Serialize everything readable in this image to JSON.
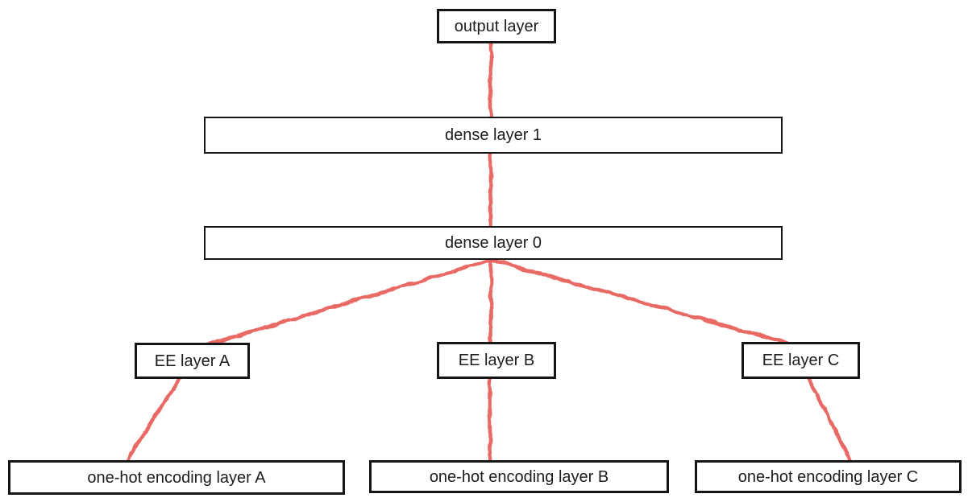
{
  "diagram": {
    "nodes": {
      "output": {
        "label": "output layer"
      },
      "dense1": {
        "label": "dense layer 1"
      },
      "dense0": {
        "label": "dense layer 0"
      },
      "eeA": {
        "label": "EE layer A"
      },
      "eeB": {
        "label": "EE layer B"
      },
      "eeC": {
        "label": "EE layer C"
      },
      "onehotA": {
        "label": "one-hot encoding layer A"
      },
      "onehotB": {
        "label": "one-hot encoding layer B"
      },
      "onehotC": {
        "label": "one-hot encoding layer C"
      }
    },
    "edges": [
      {
        "from": "output layer",
        "to": "dense layer 1"
      },
      {
        "from": "dense layer 1",
        "to": "dense layer 0"
      },
      {
        "from": "dense layer 0",
        "to": "EE layer A"
      },
      {
        "from": "dense layer 0",
        "to": "EE layer B"
      },
      {
        "from": "dense layer 0",
        "to": "EE layer C"
      },
      {
        "from": "EE layer A",
        "to": "one-hot encoding layer A"
      },
      {
        "from": "EE layer B",
        "to": "one-hot encoding layer B"
      },
      {
        "from": "EE layer C",
        "to": "one-hot encoding layer C"
      }
    ],
    "edge_style": "hand-drawn crayon, no arrowheads",
    "colors": {
      "edge": "#e8645e",
      "box_border": "#161616",
      "box_fill": "#ffffff",
      "text": "#1c1c1c",
      "background": "#ffffff"
    }
  }
}
